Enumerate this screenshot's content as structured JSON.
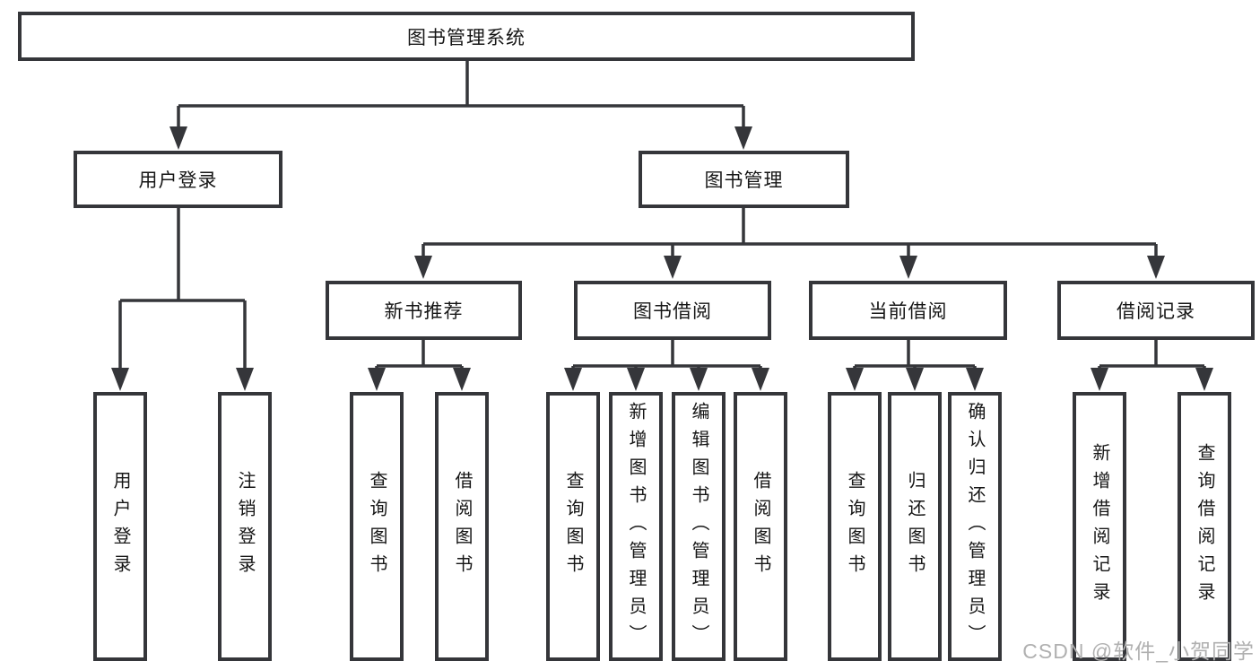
{
  "nodes": {
    "root": "图书管理系统",
    "user_login": "用户登录",
    "book_mgmt": "图书管理",
    "new_book": "新书推荐",
    "borrow": "图书借阅",
    "current": "当前借阅",
    "records": "借阅记录",
    "leaf_login": "用户登录",
    "leaf_logout": "注销登录",
    "leaf_nb_query": "查询图书",
    "leaf_nb_borrow": "借阅图书",
    "leaf_bw_query": "查询图书",
    "leaf_bw_add": "新增图书（管理员）",
    "leaf_bw_edit": "编辑图书（管理员）",
    "leaf_bw_borrow": "借阅图书",
    "leaf_cu_query": "查询图书",
    "leaf_cu_return": "归还图书",
    "leaf_cu_confirm": "确认归还（管理员）",
    "leaf_re_add": "新增借阅记录",
    "leaf_re_query": "查询借阅记录"
  },
  "watermark": "CSDN @软件_小贺同学",
  "colors": {
    "line": "#35363a",
    "text": "#161616",
    "watermark": "#b0b0b0",
    "background": "#ffffff"
  }
}
